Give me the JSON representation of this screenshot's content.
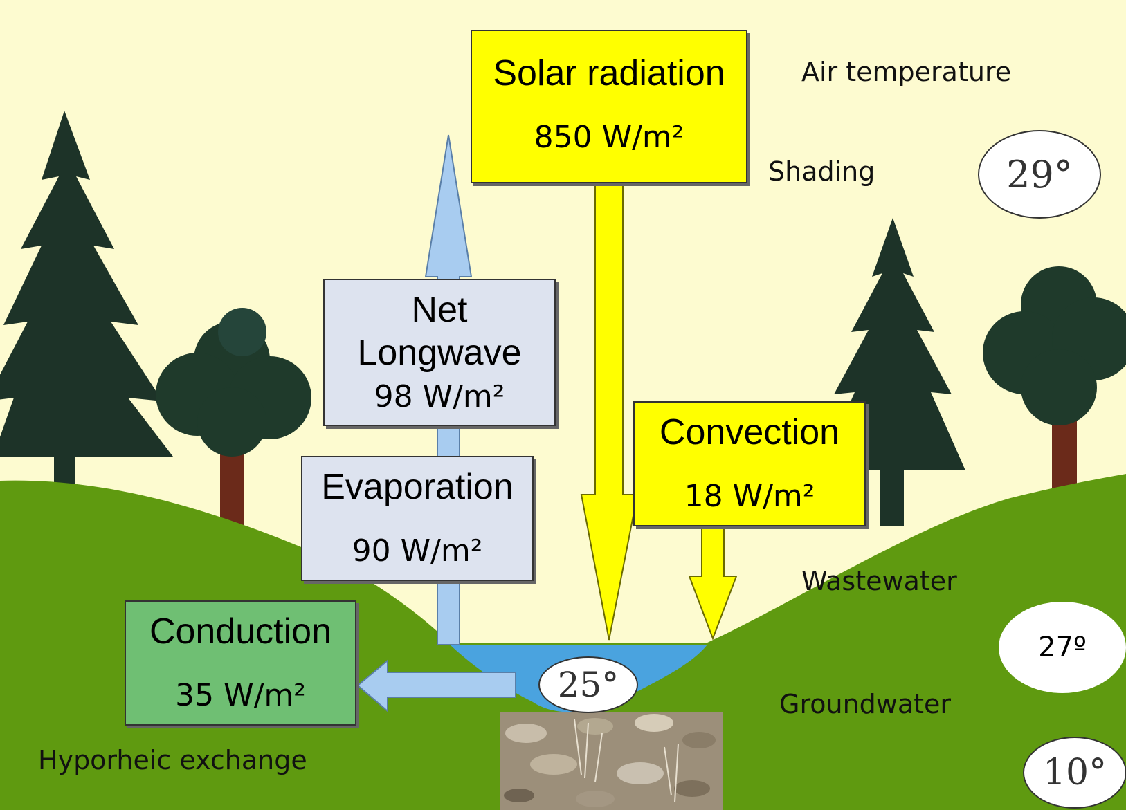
{
  "solar": {
    "title": "Solar radiation",
    "value": "850 W/m²"
  },
  "longwave": {
    "title_line1": "Net",
    "title_line2": "Longwave",
    "value": "98 W/m²"
  },
  "evaporation": {
    "title": "Evaporation",
    "value": "90 W/m²"
  },
  "convection": {
    "title": "Convection",
    "value": "18 W/m²"
  },
  "conduction": {
    "title": "Conduction",
    "value": "35 W/m²"
  },
  "labels": {
    "air_temperature": "Air temperature",
    "shading": "Shading",
    "wastewater": "Wastewater",
    "groundwater": "Groundwater",
    "hyporheic": "Hyporheic exchange"
  },
  "temperatures": {
    "air": "29°",
    "stream": "25°",
    "wastewater": "27º",
    "groundwater": "10°"
  },
  "colors": {
    "sky": "#fdfbd0",
    "hill": "#5f9a10",
    "solar_yellow": "#ffff00",
    "longwave_blue": "#dde3ef",
    "arrow_blue": "#a8ccf0",
    "conduction_green": "#6fbf73",
    "water": "#4aa3df",
    "tree_dark": "#1d3328",
    "trunk": "#6b2a1a"
  }
}
